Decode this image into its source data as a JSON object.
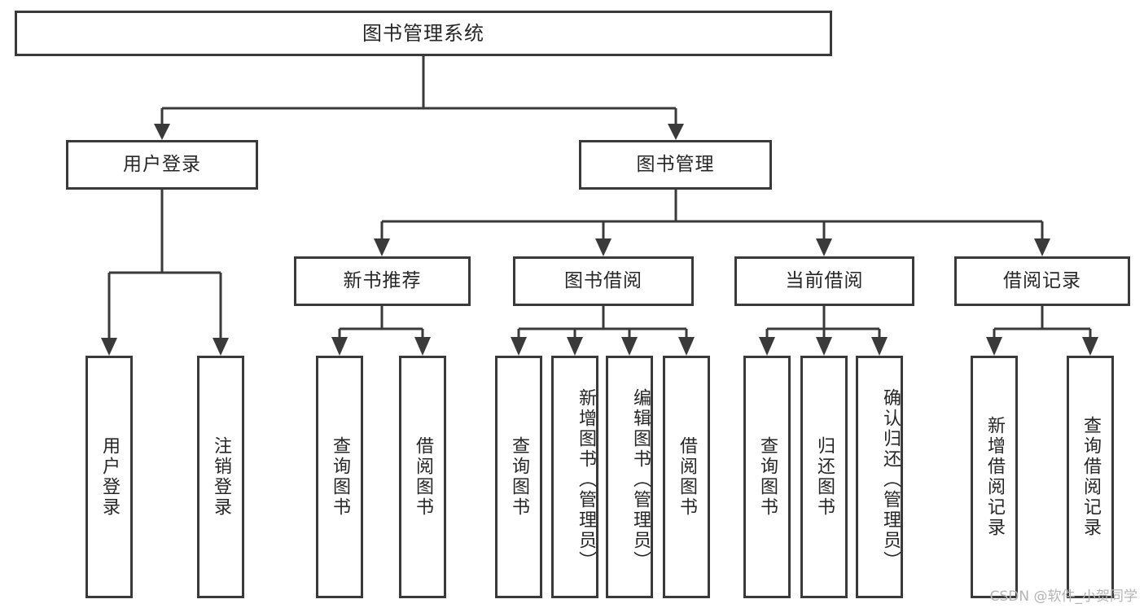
{
  "diagram": {
    "title": "图书管理系统",
    "type": "hierarchy-tree",
    "root": {
      "label": "图书管理系统"
    },
    "level2": [
      {
        "label": "用户登录"
      },
      {
        "label": "图书管理"
      }
    ],
    "level3": [
      {
        "label": "新书推荐"
      },
      {
        "label": "图书借阅"
      },
      {
        "label": "当前借阅"
      },
      {
        "label": "借阅记录"
      }
    ],
    "leaves": {
      "user_login": [
        {
          "label": "用户登录"
        },
        {
          "label": "注销登录"
        }
      ],
      "new_book_recommend": [
        {
          "label": "查询图书"
        },
        {
          "label": "借阅图书"
        }
      ],
      "book_borrow": [
        {
          "label": "查询图书"
        },
        {
          "label": "新增图书（管理员）"
        },
        {
          "label": "编辑图书（管理员）"
        },
        {
          "label": "借阅图书"
        }
      ],
      "current_borrow": [
        {
          "label": "查询图书"
        },
        {
          "label": "归还图书"
        },
        {
          "label": "确认归还（管理员）"
        }
      ],
      "borrow_records": [
        {
          "label": "新增借阅记录"
        },
        {
          "label": "查询借阅记录"
        }
      ]
    }
  },
  "watermark": {
    "text": "CSDN @软件_小贺同学"
  },
  "colors": {
    "stroke": "#3a3a3a",
    "text": "#262626",
    "background": "#ffffff",
    "watermark": "#b4b4b4"
  }
}
